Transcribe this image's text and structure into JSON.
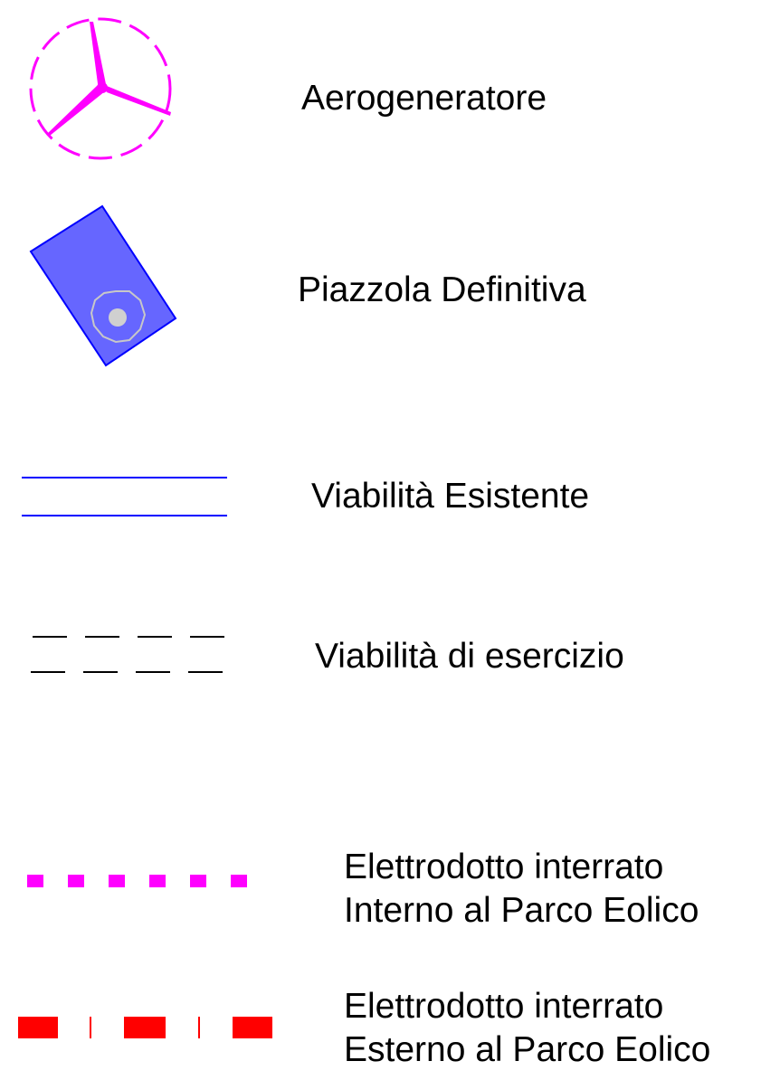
{
  "legend": {
    "items": [
      {
        "id": "aerogeneratore",
        "label": "Aerogeneratore",
        "symbol": "wind-turbine-icon",
        "color": "#ff00ff"
      },
      {
        "id": "piazzola-definitiva",
        "label": "Piazzola Definitiva",
        "symbol": "platform-rectangle",
        "fill_color": "#6666ff",
        "stroke_color": "#0000ff",
        "inner_circle_color": "#c8c8c8"
      },
      {
        "id": "viabilita-esistente",
        "label": "Viabilità Esistente",
        "symbol": "double-solid-line",
        "color": "#0000ff"
      },
      {
        "id": "viabilita-di-esercizio",
        "label": "Viabilità di esercizio",
        "symbol": "double-dashed-line",
        "color": "#000000"
      },
      {
        "id": "elettrodotto-interno",
        "label_line1": "Elettrodotto interrato",
        "label_line2": "Interno al Parco Eolico",
        "symbol": "dotted-thick-line",
        "color": "#ff00ff"
      },
      {
        "id": "elettrodotto-esterno",
        "label_line1": "Elettrodotto interrato",
        "label_line2": "Esterno al Parco Eolico",
        "symbol": "dash-dot-thick-line",
        "color": "#ff0000"
      }
    ]
  }
}
